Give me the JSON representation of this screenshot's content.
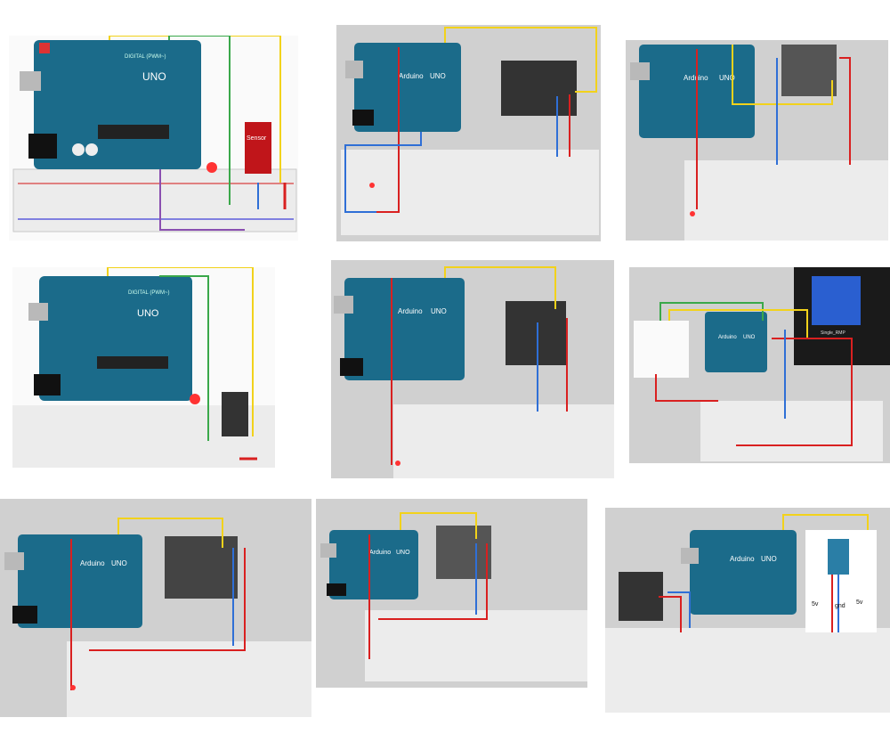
{
  "panels": [
    {
      "board_brand": "UNO",
      "board_subtitle": "DIGITAL (PWM~)",
      "module_label": "Sensor"
    },
    {
      "board_brand": "Arduino",
      "board_subtitle": "UNO"
    },
    {
      "board_brand": "Arduino",
      "board_subtitle": "UNO"
    },
    {
      "board_brand": "UNO",
      "board_subtitle": "DIGITAL (PWM~)"
    },
    {
      "board_brand": "Arduino",
      "board_subtitle": "UNO"
    },
    {
      "board_brand": "Arduino",
      "board_subtitle": "UNO",
      "module_label": "Single_RMP"
    },
    {
      "board_brand": "Arduino",
      "board_subtitle": "UNO"
    },
    {
      "board_brand": "Arduino",
      "board_subtitle": "UNO"
    },
    {
      "board_brand": "Arduino",
      "board_subtitle": "UNO",
      "wire_labels": [
        "5v",
        "gnd",
        "5v"
      ]
    }
  ],
  "colors": {
    "board": "#1b6b8a",
    "board_dark": "#14546e",
    "breadboard": "#ececec",
    "background_gray": "#d0d0d0",
    "wire_yellow": "#f2d21b",
    "wire_red": "#d92020",
    "wire_blue": "#2f6fd6",
    "wire_green": "#3aa84a",
    "wire_purple": "#8a4fb0",
    "led_red": "#ff3333"
  }
}
